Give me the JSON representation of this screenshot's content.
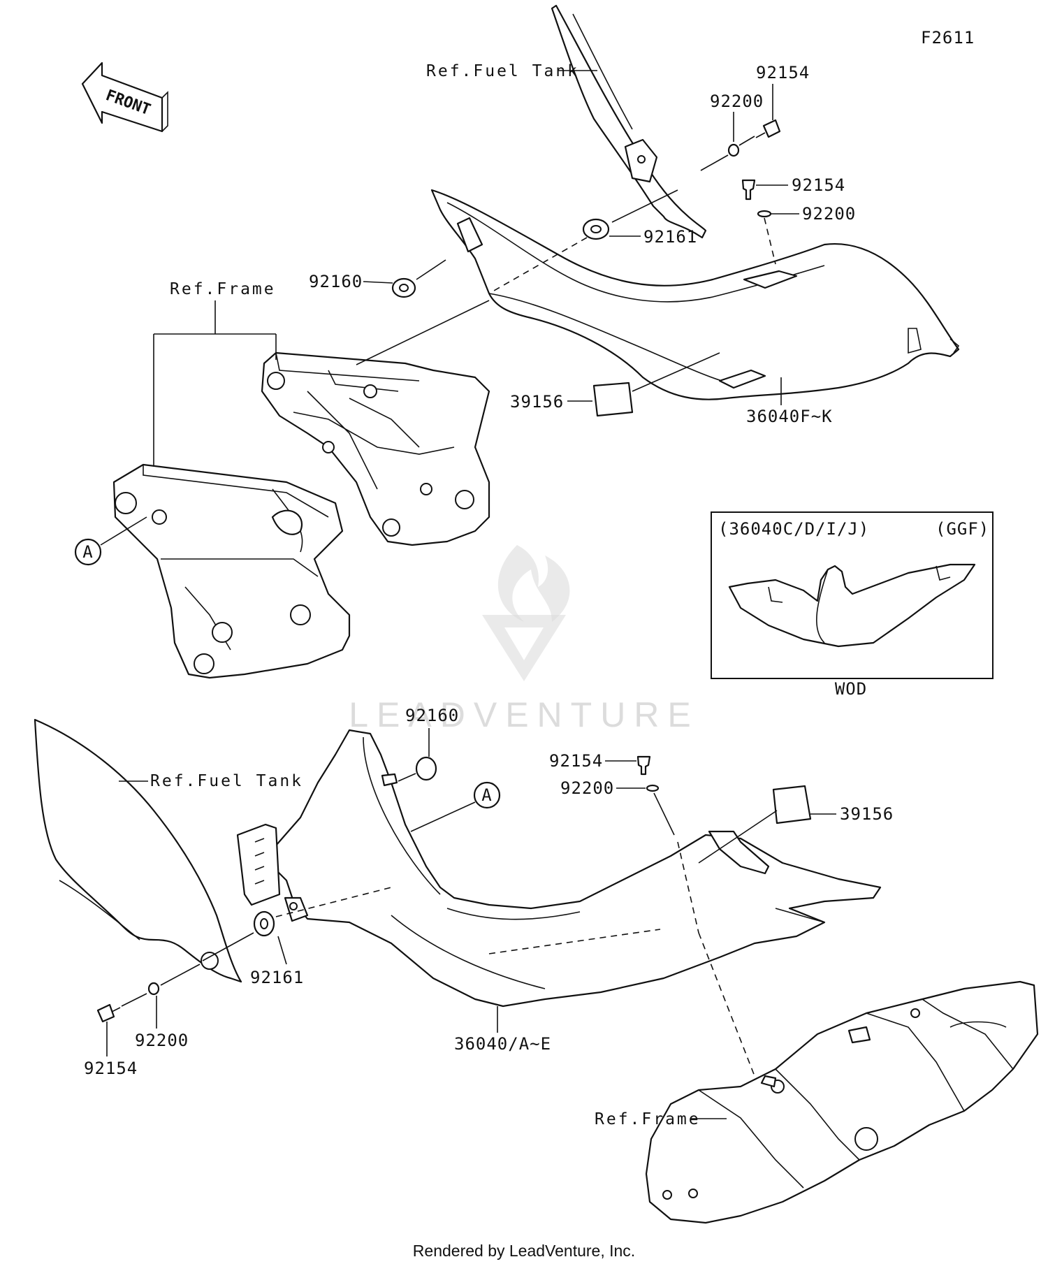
{
  "figure_id": "F2611",
  "front_arrow_label": "FRONT",
  "callouts": {
    "ref_fuel_tank_top": "Ref.Fuel Tank",
    "ref_frame_top": "Ref.Frame",
    "ref_fuel_tank_bottom": "Ref.Fuel Tank",
    "ref_frame_bottom": "Ref.Frame",
    "bolt_top_a": "92154",
    "washer_top_a": "92200",
    "bolt_top_b": "92154",
    "washer_top_b": "92200",
    "grommet_92161_top": "92161",
    "grommet_92160_top": "92160",
    "pad_39156_top": "39156",
    "cover_top": "36040F~K",
    "grommet_92160_bottom": "92160",
    "bolt_bottom_right": "92154",
    "washer_bottom_right": "92200",
    "pad_39156_bottom": "39156",
    "grommet_92161_bottom": "92161",
    "washer_bottom_left": "92200",
    "bolt_bottom_left": "92154",
    "cover_bottom": "36040/A~E",
    "point_a_top": "A",
    "point_a_bottom": "A"
  },
  "inset": {
    "models": "(36040C/D/I/J)",
    "color_code": "(GGF)",
    "caption": "WOD"
  },
  "watermark": "LEADVENTURE",
  "footer": "Rendered by LeadVenture, Inc."
}
